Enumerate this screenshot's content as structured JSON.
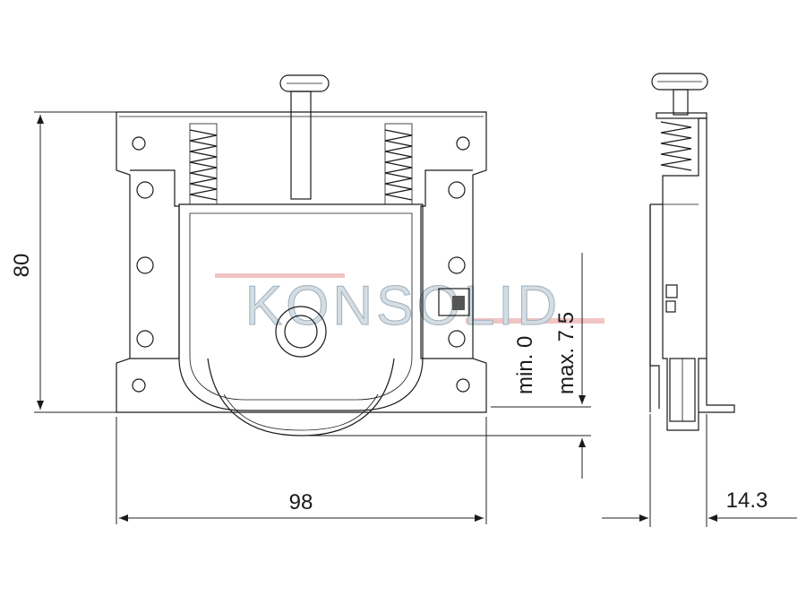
{
  "watermark": {
    "text": "KONSOLID",
    "color_fill": "#d4dde3",
    "color_stripe": "#f1c4c4"
  },
  "dimensions": {
    "height": "80",
    "width": "98",
    "depth": "14.3",
    "adjust_min": "min. 0",
    "adjust_max": "max. 7.5"
  },
  "colors": {
    "line": "#1a1a1a",
    "background": "#ffffff"
  }
}
